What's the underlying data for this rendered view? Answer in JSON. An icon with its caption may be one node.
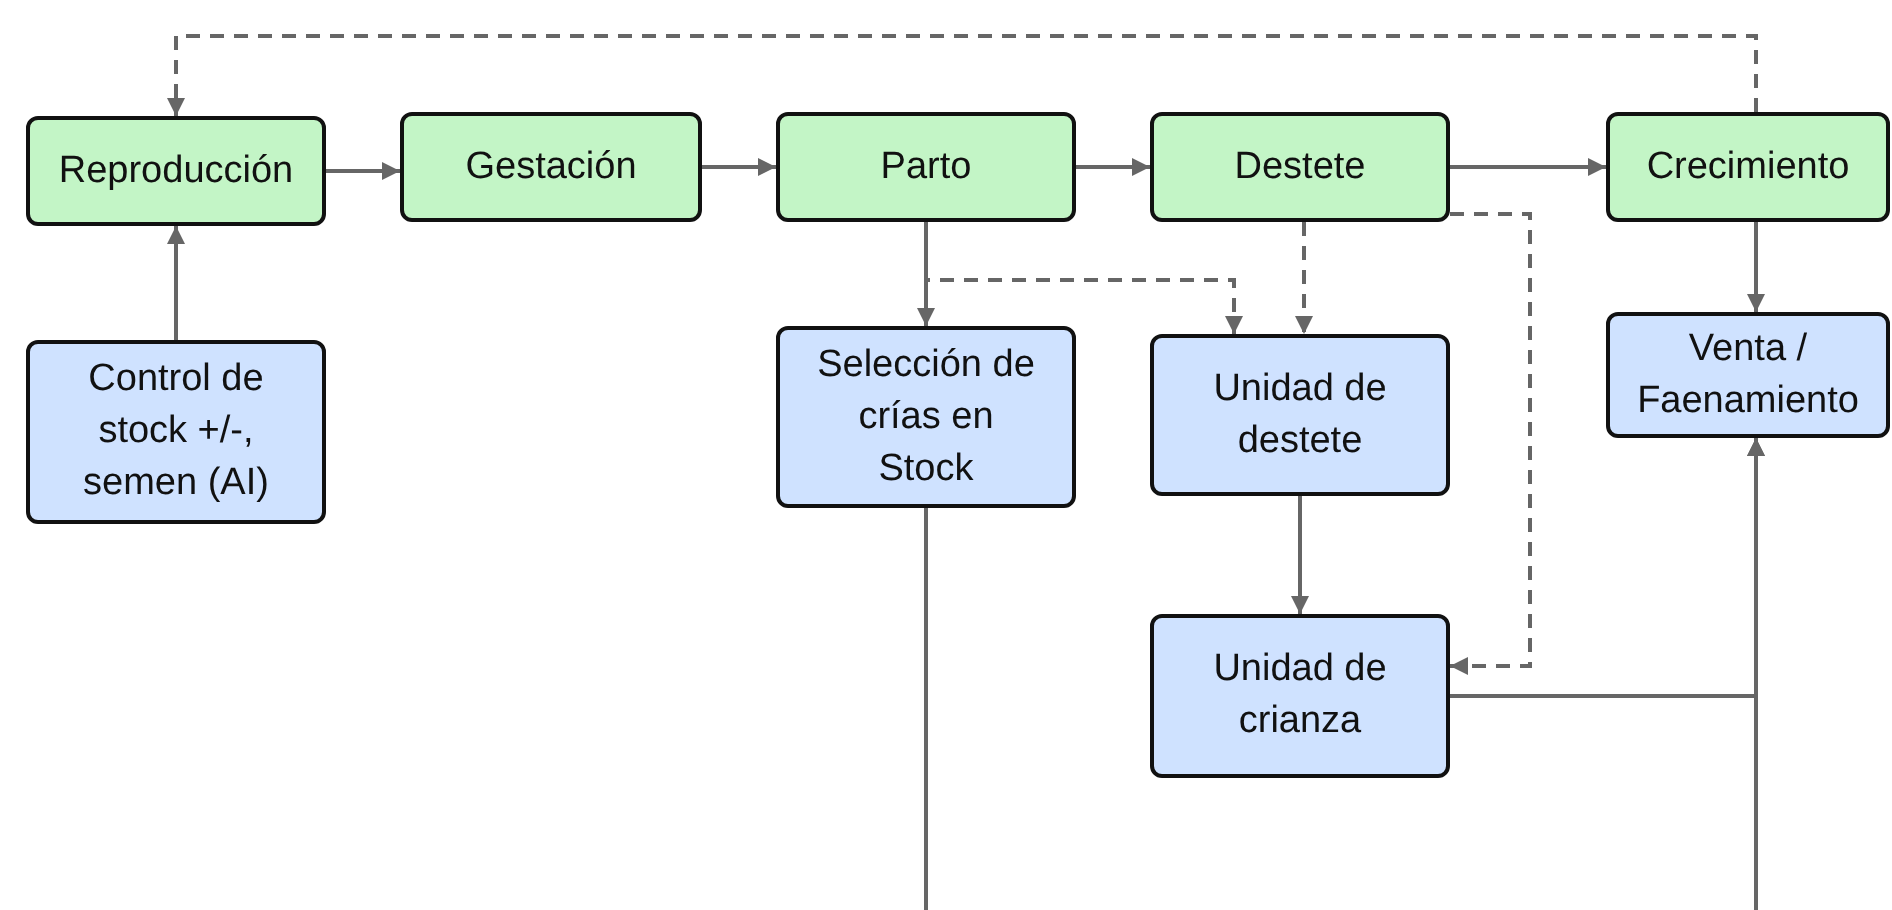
{
  "diagram": {
    "nodes": [
      {
        "text": [
          "Reproducción"
        ]
      },
      {
        "text": [
          "Gestación"
        ]
      },
      {
        "text": [
          "Parto"
        ]
      },
      {
        "text": [
          "Destete"
        ]
      },
      {
        "text": [
          "Crecimiento"
        ]
      },
      {
        "text": [
          "Control de stock +/-, semen (AI)"
        ]
      },
      {
        "text": [
          "Selección de crías en Stock"
        ]
      },
      {
        "text": [
          "Unidad de destete"
        ]
      },
      {
        "text": [
          "Venta / Faenamiento"
        ]
      },
      {
        "text": [
          "Unidad de crianza"
        ]
      }
    ],
    "edges": [
      {
        "from": 0,
        "to": 1,
        "arrow": "to"
      },
      {
        "from": 1,
        "to": 2,
        "arrow": "to"
      },
      {
        "from": 2,
        "to": 3,
        "arrow": "to"
      },
      {
        "from": 3,
        "to": 4,
        "arrow": "to"
      },
      {
        "from": 5,
        "to": 0,
        "arrow": "to"
      },
      {
        "from": 4,
        "to": 0,
        "arrow": "to",
        "style": "dashed"
      },
      {
        "from": 2,
        "to": 6,
        "arrow": "to"
      },
      {
        "from": 2,
        "to": 7,
        "arrow": "to",
        "style": "dashed"
      },
      {
        "from": 3,
        "to": 7,
        "arrow": "to",
        "style": "dashed"
      },
      {
        "from": 3,
        "to": 9,
        "arrow": "to",
        "style": "dashed"
      },
      {
        "from": 7,
        "to": 9,
        "arrow": "to"
      },
      {
        "from": 4,
        "to": 8,
        "arrow": "to"
      },
      {
        "from": 9,
        "to": 8,
        "arrow": "to"
      },
      {
        "from": null,
        "to": 8,
        "arrow": "to"
      },
      {
        "from": 6,
        "to": null,
        "arrow": "none"
      }
    ]
  }
}
